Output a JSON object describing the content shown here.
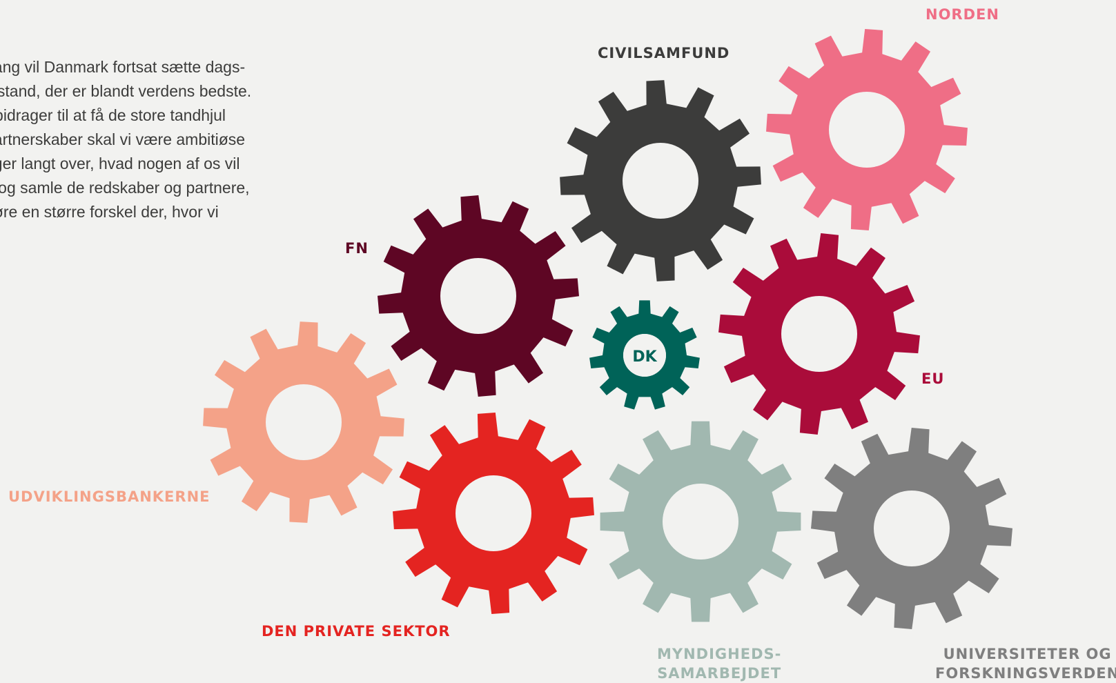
{
  "intro": {
    "lines": [
      "gang vil Danmark fortsat sætte dags-",
      "bistand, der er blandt verdens bedste.",
      "r bidrager til at få de store tandhjul",
      "partnerskaber skal vi være ambitiøse",
      "gger langt over, hvad nogen af os vil",
      "e og samle de redskaber og partnere,",
      "gøre en større forskel der, hvor vi"
    ]
  },
  "gears": {
    "norden": {
      "label": "NORDEN",
      "color": "#ef6e86"
    },
    "civilsamfund": {
      "label": "CIVILSAMFUND",
      "color": "#3c3c3b"
    },
    "fn": {
      "label": "FN",
      "color": "#5e0624"
    },
    "dk": {
      "label": "DK",
      "color": "#006358"
    },
    "eu": {
      "label": "EU",
      "color": "#aa0c3a"
    },
    "udviklingsbankerne": {
      "label": "UDVIKLINGSBANKERNE",
      "color": "#f4a288"
    },
    "privat": {
      "label": "DEN PRIVATE SEKTOR",
      "color": "#e42421"
    },
    "myndigheder": {
      "label_line1": "MYNDIGHEDS-",
      "label_line2": "SAMARBEJDET",
      "color": "#a1b8b0"
    },
    "universiteter": {
      "label_line1": "UNIVERSITETER OG",
      "label_line2": "FORSKNINGSVERDEN",
      "color": "#7f7f7f"
    }
  }
}
